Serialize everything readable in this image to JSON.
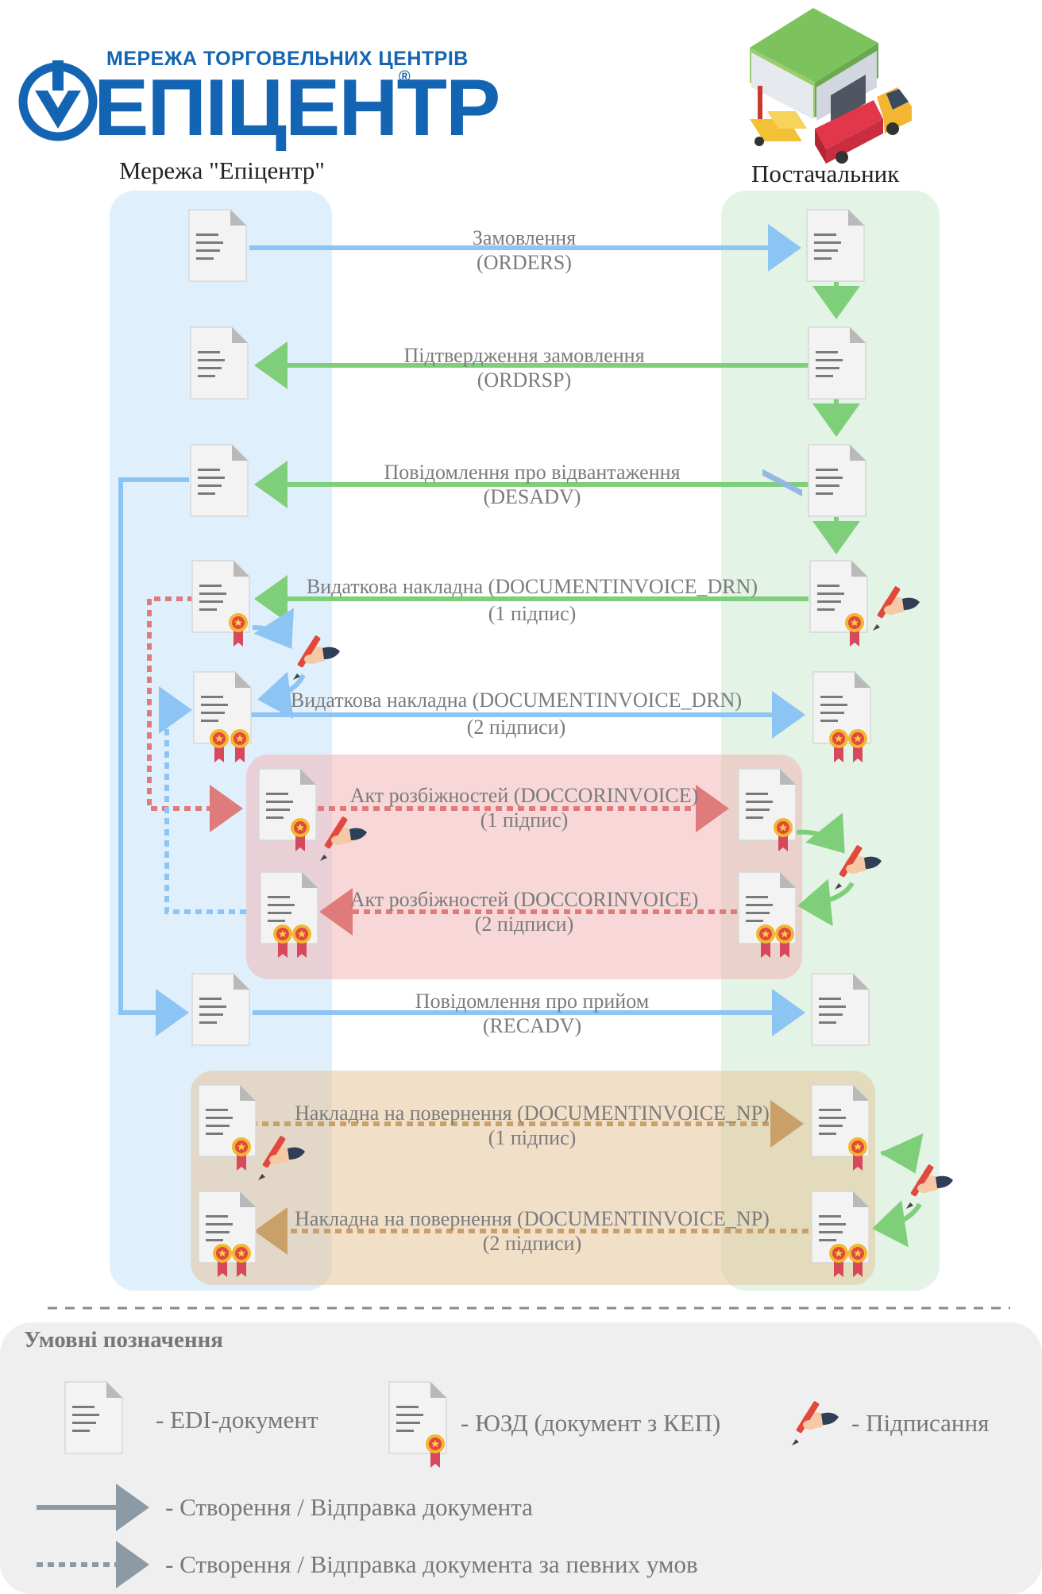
{
  "brand": {
    "tagline": "МЕРЕЖА ТОРГОВЕЛЬНИХ ЦЕНТРІВ",
    "name": "ЕПІЦЕНТР",
    "reg_mark": "®"
  },
  "lanes": {
    "left": "Мережа \"Епіцентр\"",
    "right": "Постачальник"
  },
  "flows": [
    {
      "line1": "Замовлення",
      "line2": "(ORDERS)"
    },
    {
      "line1": "Підтвердження замовлення",
      "line2": "(ORDRSP)"
    },
    {
      "line1": "Повідомлення про відвантаження",
      "line2": "(DESADV)"
    },
    {
      "line1": "Видаткова накладна  (DOCUMENTINVOICE_DRN)",
      "line2": "(1 підпис)"
    },
    {
      "line1": "Видаткова накладна  (DOCUMENTINVOICE_DRN)",
      "line2": "(2 підписи)"
    },
    {
      "line1": "Акт розбіжностей (DOCCORINVOICE)",
      "line2": "(1 підпис)"
    },
    {
      "line1": "Акт розбіжностей (DOCCORINVOICE)",
      "line2": "(2 підписи)"
    },
    {
      "line1": "Повідомлення про прийом",
      "line2": "(RECADV)"
    },
    {
      "line1": "Накладна на повернення (DOCUMENTINVOICE_NP)",
      "line2": "(1 підпис)"
    },
    {
      "line1": "Накладна на повернення (DOCUMENTINVOICE_NP)",
      "line2": "(2 підписи)"
    }
  ],
  "legend": {
    "title": "Умовні позначення",
    "edi": "-  EDI-документ",
    "yuzd": "-  ЮЗД (документ з КЕП)",
    "sign": "-  Підписання",
    "solid": "-  Створення / Відправка документа",
    "dotted": "-  Створення / Відправка документа за певних умов"
  },
  "colors": {
    "blue_arrow": "#8cc4f4",
    "green_arrow": "#7fcf7a",
    "red_arrow": "#e07b7b",
    "brown_arrow": "#c9a06a",
    "brand_blue": "#1464b4",
    "left_lane": "#ddeefc",
    "right_lane": "#e1f2e4",
    "red_zone": "#f5d6d6",
    "brown_zone": "#f1dfc9",
    "legend_bg": "#efefef"
  },
  "icons": [
    "document-icon",
    "signed-document-icon",
    "seal-icon",
    "pen-hand-icon",
    "warehouse-icon",
    "truck-icon",
    "forklift-icon",
    "logo-icon"
  ]
}
